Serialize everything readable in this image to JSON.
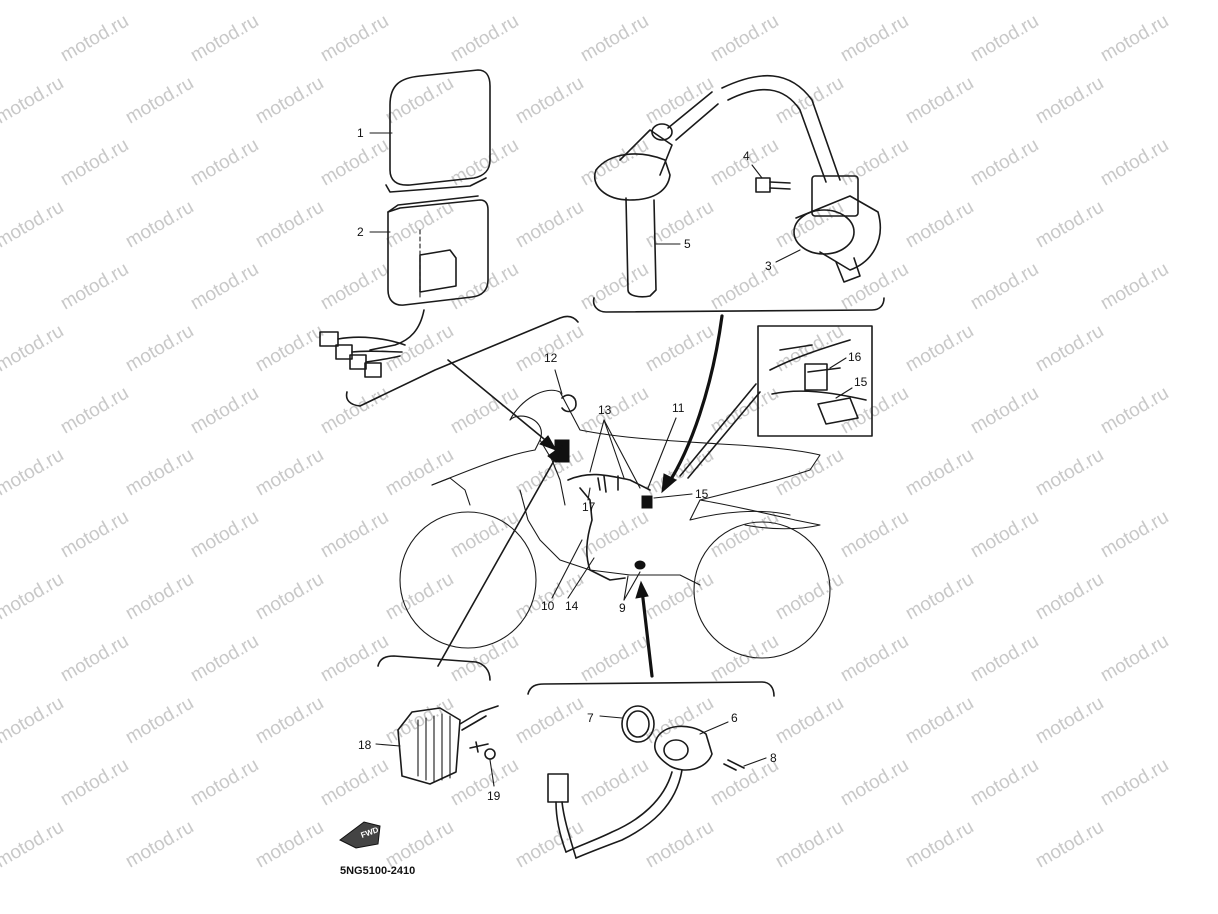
{
  "watermark": {
    "text": "motod.ru"
  },
  "diagram_code": "5NG5100-2410",
  "fwd_label": "FWD",
  "callouts": {
    "c1": "1",
    "c2": "2",
    "c3": "3",
    "c4": "4",
    "c5": "5",
    "c6": "6",
    "c7": "7",
    "c8": "8",
    "c9": "9",
    "c10": "10",
    "c11": "11",
    "c12": "12",
    "c13": "13",
    "c14": "14",
    "c15a": "15",
    "c15b": "15",
    "c16": "16",
    "c17": "17",
    "c18": "18",
    "c19": "19"
  }
}
